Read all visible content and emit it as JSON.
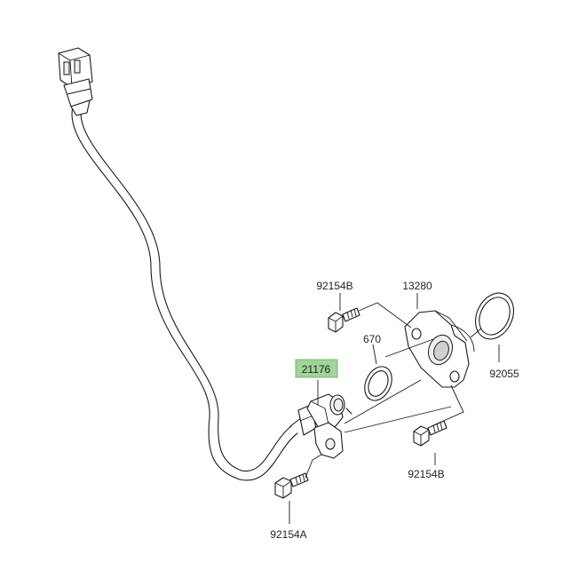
{
  "parts": {
    "sensor": "21176",
    "holder": "13280",
    "oring_small": "670",
    "oring_large": "92055",
    "bolt_top": "92154B",
    "bolt_right": "92154B",
    "bolt_bottom": "92154A"
  },
  "colors": {
    "highlight": "#9fd49a",
    "line": "#1a1a1a"
  }
}
